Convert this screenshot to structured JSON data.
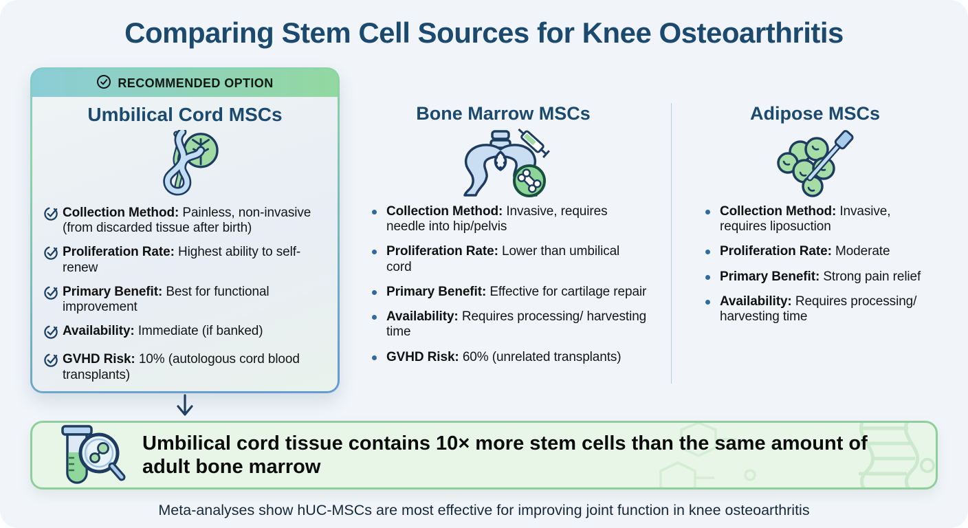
{
  "page": {
    "title": "Comparing Stem Cell Sources for Knee Osteoarthritis",
    "footer": "Meta-analyses show hUC-MSCs are most effective for improving joint function in knee osteoarthritis"
  },
  "recommended_card": {
    "badge_label": "RECOMMENDED OPTION",
    "title": "Umbilical Cord MSCs",
    "icon": "umbilical-cord-icon",
    "items": [
      {
        "label": "Collection Method:",
        "text": "Painless, non-invasive (from discarded tissue after birth)"
      },
      {
        "label": "Proliferation Rate:",
        "text": "Highest ability to self-renew"
      },
      {
        "label": "Primary Benefit:",
        "text": "Best for functional improvement"
      },
      {
        "label": "Availability:",
        "text": "Immediate (if banked)"
      },
      {
        "label": "GVHD Risk:",
        "text": "10% (autologous cord blood transplants)"
      }
    ]
  },
  "columns": [
    {
      "title": "Bone Marrow MSCs",
      "icon": "pelvis-syringe-icon",
      "items": [
        {
          "label": "Collection Method:",
          "text": "Invasive, requires needle into hip/pelvis"
        },
        {
          "label": "Proliferation Rate:",
          "text": "Lower than umbilical cord"
        },
        {
          "label": "Primary Benefit:",
          "text": "Effective for cartilage repair"
        },
        {
          "label": "Availability:",
          "text": "Requires processing/ harvesting time"
        },
        {
          "label": "GVHD Risk:",
          "text": "60% (unrelated transplants)"
        }
      ]
    },
    {
      "title": "Adipose MSCs",
      "icon": "adipose-cells-cannula-icon",
      "items": [
        {
          "label": "Collection Method:",
          "text": "Invasive, requires liposuction"
        },
        {
          "label": "Proliferation Rate:",
          "text": "Moderate"
        },
        {
          "label": "Primary Benefit:",
          "text": "Strong pain relief"
        },
        {
          "label": "Availability:",
          "text": "Requires processing/ harvesting time"
        }
      ]
    }
  ],
  "highlight_banner": {
    "icon": "test-tube-magnifier-icon",
    "text": "Umbilical cord tissue contains 10× more stem cells than the same amount of adult bone marrow"
  },
  "colors": {
    "page_background": "#f1f5f9",
    "title_navy": "#1c4a6e",
    "badge_gradient_left": "#8bcdd6",
    "badge_gradient_right": "#93d8a0",
    "card_border_blue": "#679cd2",
    "banner_background": "#e7f6e6",
    "banner_border_green": "#90cf9d",
    "bullet_dot_blue": "#2f6aa0",
    "icon_outline_navy": "#1d3c5f",
    "icon_fill_green": "#9fdba2",
    "icon_fill_blue": "#c3ddf4"
  }
}
